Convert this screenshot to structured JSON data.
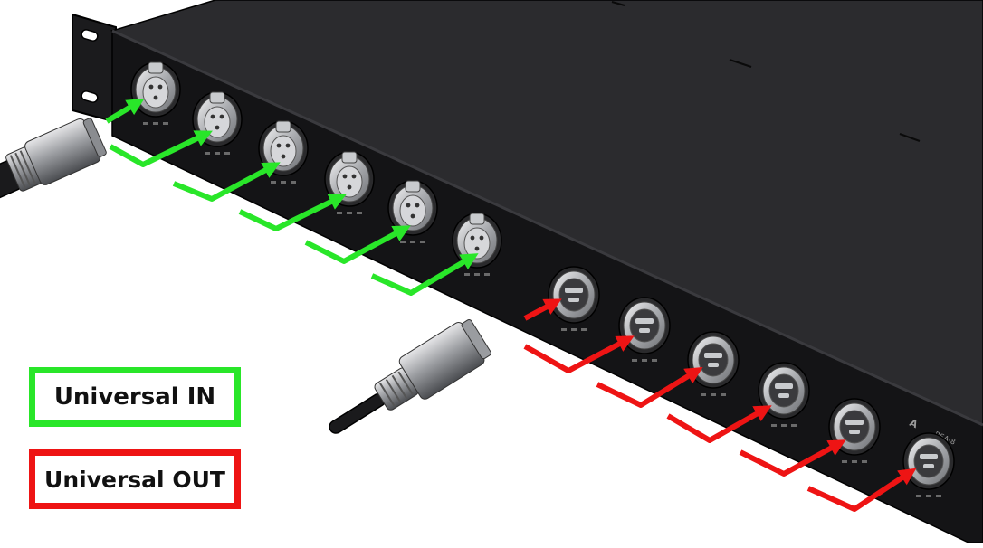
{
  "legend": {
    "in_label": "Universal IN",
    "out_label": "Universal OUT"
  },
  "colors": {
    "in": "#29e629",
    "out": "#ee1414",
    "chassis": "#1e1e20",
    "chassis_top": "#2a2a2d",
    "chassis_front": "#131315",
    "connector": "#b7b9bd"
  },
  "icons": {
    "in_connector": "xlr-female-connector-icon",
    "out_connector": "xlr-male-connector-icon",
    "cable": "xlr-cable-icon",
    "rack_ear": "rack-mount-ear-icon"
  },
  "device": {
    "brand_label": "A",
    "model_label": "RSA-8"
  }
}
